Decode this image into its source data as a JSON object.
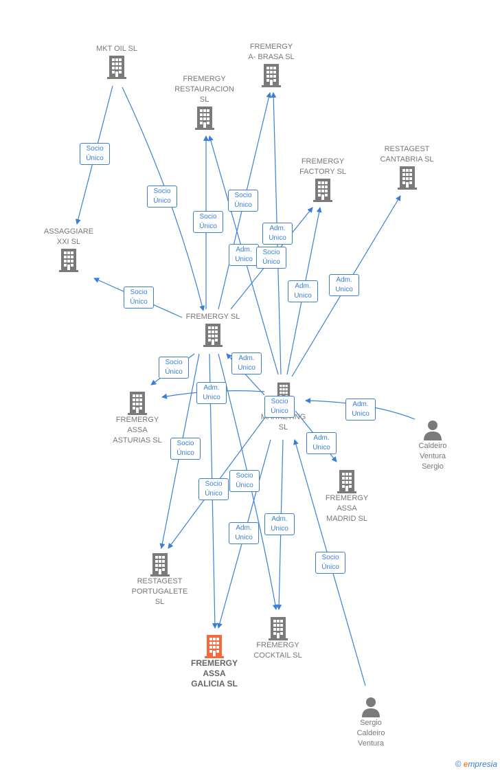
{
  "nodes": {
    "mkt_oil": {
      "label": "MKT OIL  SL"
    },
    "brasa": {
      "label": "FREMERGY\nA- BRASA  SL"
    },
    "restauracion": {
      "label": "FREMERGY\nRESTAURACION\nSL"
    },
    "factory": {
      "label": "FREMERGY\nFACTORY  SL"
    },
    "cantabria": {
      "label": "RESTAGEST\nCANTABRIA  SL"
    },
    "assaggiare": {
      "label": "ASSAGGIARE\nXXI  SL"
    },
    "fremergy": {
      "label": "FREMERGY  SL"
    },
    "asturias": {
      "label": "FREMERGY\nASSA\nASTURIAS  SL"
    },
    "marketing": {
      "label": "...ER\nMARKETING\nSL"
    },
    "madrid": {
      "label": "FREMERGY\nASSA\nMADRID  SL"
    },
    "portugalete": {
      "label": "RESTAGEST\nPORTUGALETE\nSL"
    },
    "cocktail": {
      "label": "FREMERGY\nCOCKTAIL  SL"
    },
    "galicia": {
      "label": "FREMERGY\nASSA\nGALICIA  SL"
    },
    "caldeiro": {
      "label": "Caldeiro\nVentura\nSergio"
    },
    "sergio": {
      "label": "Sergio\nCaldeiro\nVentura"
    }
  },
  "edge_labels": {
    "l1": "Socio\nÚnico",
    "l2": "Socio\nÚnico",
    "l3": "Socio\nÚnico",
    "l4": "Socio\nÚnico",
    "l5": "Adm.\nUnico",
    "l6": "Adm.\nUnico",
    "l7": "Socio\nÚnico",
    "l8": "Socio\nÚnico",
    "l9": "Adm.\nUnico",
    "l10": "Adm.\nUnico",
    "l11": "Socio\nÚnico",
    "l12": "Adm.\nUnico",
    "l13": "Adm.\nUnico",
    "l14": "Socio\nÚnico",
    "l15": "Adm.\nUnico",
    "l16": "Adm.\nUnico",
    "l17": "Socio\nÚnico",
    "l18": "Socio\nÚnico",
    "l19": "Socio\nÚnico",
    "l20": "Adm.\nUnico",
    "l21": "Adm.\nUnico",
    "l22": "Socio\nÚnico"
  },
  "colors": {
    "edge": "#3a7fd5",
    "building": "#7a7a7a",
    "building_highlight": "#f26a3d",
    "person": "#7a7a7a"
  },
  "icons": {
    "company": "building-icon",
    "person": "person-icon",
    "copyright": "copyright-icon"
  },
  "footer": {
    "copyright": "©",
    "brand_first": "e",
    "brand_rest": "mpresia"
  }
}
